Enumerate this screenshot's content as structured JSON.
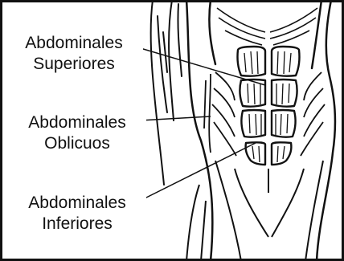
{
  "labels": {
    "superiores": {
      "line1": "Abdominales",
      "line2": "Superiores"
    },
    "oblicuos": {
      "line1": "Abdominales",
      "line2": "Oblicuos"
    },
    "inferiores": {
      "line1": "Abdominales",
      "line2": "Inferiores"
    }
  },
  "colors": {
    "ink": "#111111",
    "background": "#ffffff"
  }
}
